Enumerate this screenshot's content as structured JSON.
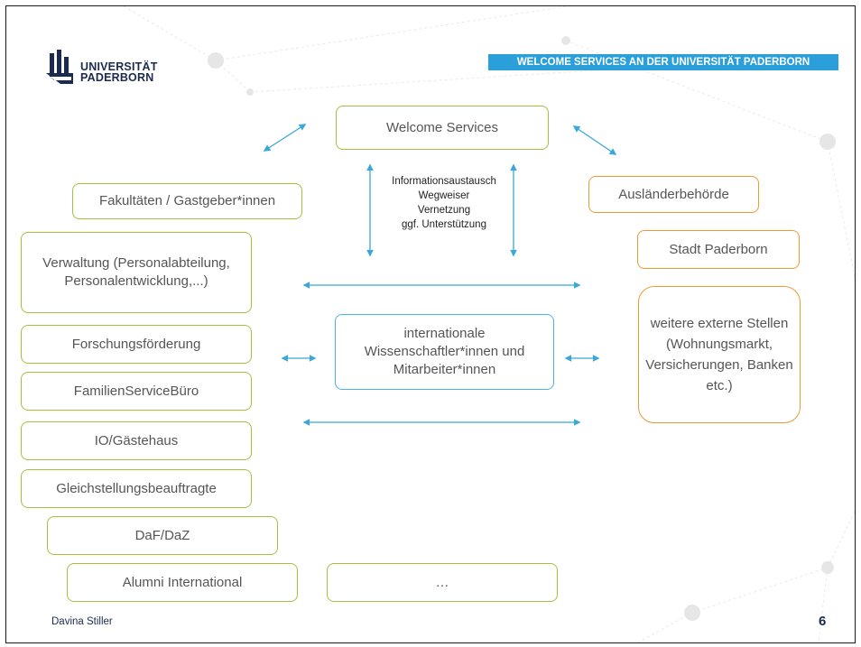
{
  "header": {
    "logo_line1": "UNIVERSITÄT",
    "logo_line2": "PADERBORN",
    "banner": "WELCOME SERVICES AN DER UNIVERSITÄT PADERBORN"
  },
  "diagram": {
    "center_top": "Welcome Services",
    "exchange_lines": [
      "Informationsaustausch",
      "Wegweiser",
      "Vernetzung",
      "ggf. Unterstützung"
    ],
    "center_main": "internationale Wissenschaftler*innen und Mitarbeiter*innen",
    "left_boxes": [
      "Fakultäten / Gastgeber*innen",
      "Verwaltung (Personalabteilung, Personalentwicklung,...)",
      "Forschungsförderung",
      "FamilienServiceBüro",
      "IO/Gästehaus",
      "Gleichstellungsbeauftragte",
      "DaF/DaZ",
      "Alumni International"
    ],
    "bottom_more": "…",
    "right_boxes": [
      "Ausländerbehörde",
      "Stadt Paderborn",
      "weitere externe Stellen (Wohnungsmarkt, Versicherungen, Banken etc.)"
    ]
  },
  "footer": {
    "presenter": "Davina Stiller",
    "page": "6"
  },
  "colors": {
    "green": "#a3c23c",
    "orange": "#ee9a32",
    "blue": "#4bb3e0",
    "banner": "#2a9fd9",
    "arrow": "#3aa8d8"
  }
}
